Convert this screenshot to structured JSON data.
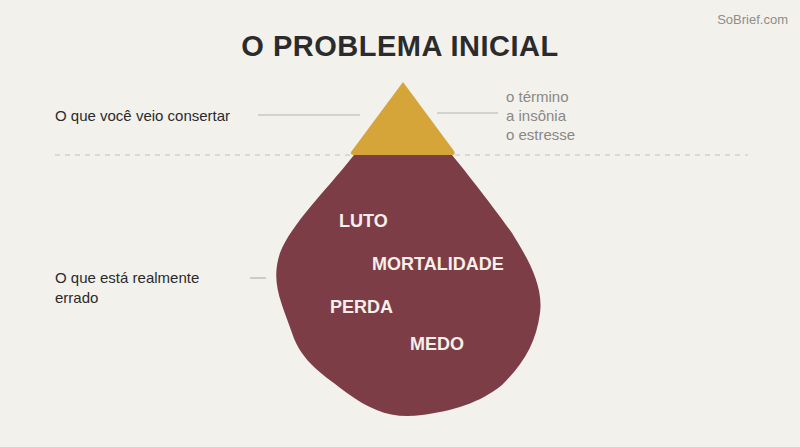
{
  "diagram": {
    "title": "O PROBLEMA INICIAL",
    "nodes": [
      {
        "text": [
          "LUTO",
          "MORTALIDADE",
          "PERDA",
          "MEDO"
        ]
      }
    ],
    "labels": [
      "SoBrief.com",
      "O que você veio consertar",
      "o término",
      "a insônia",
      "o estresse",
      "O que está realmente errado"
    ]
  }
}
